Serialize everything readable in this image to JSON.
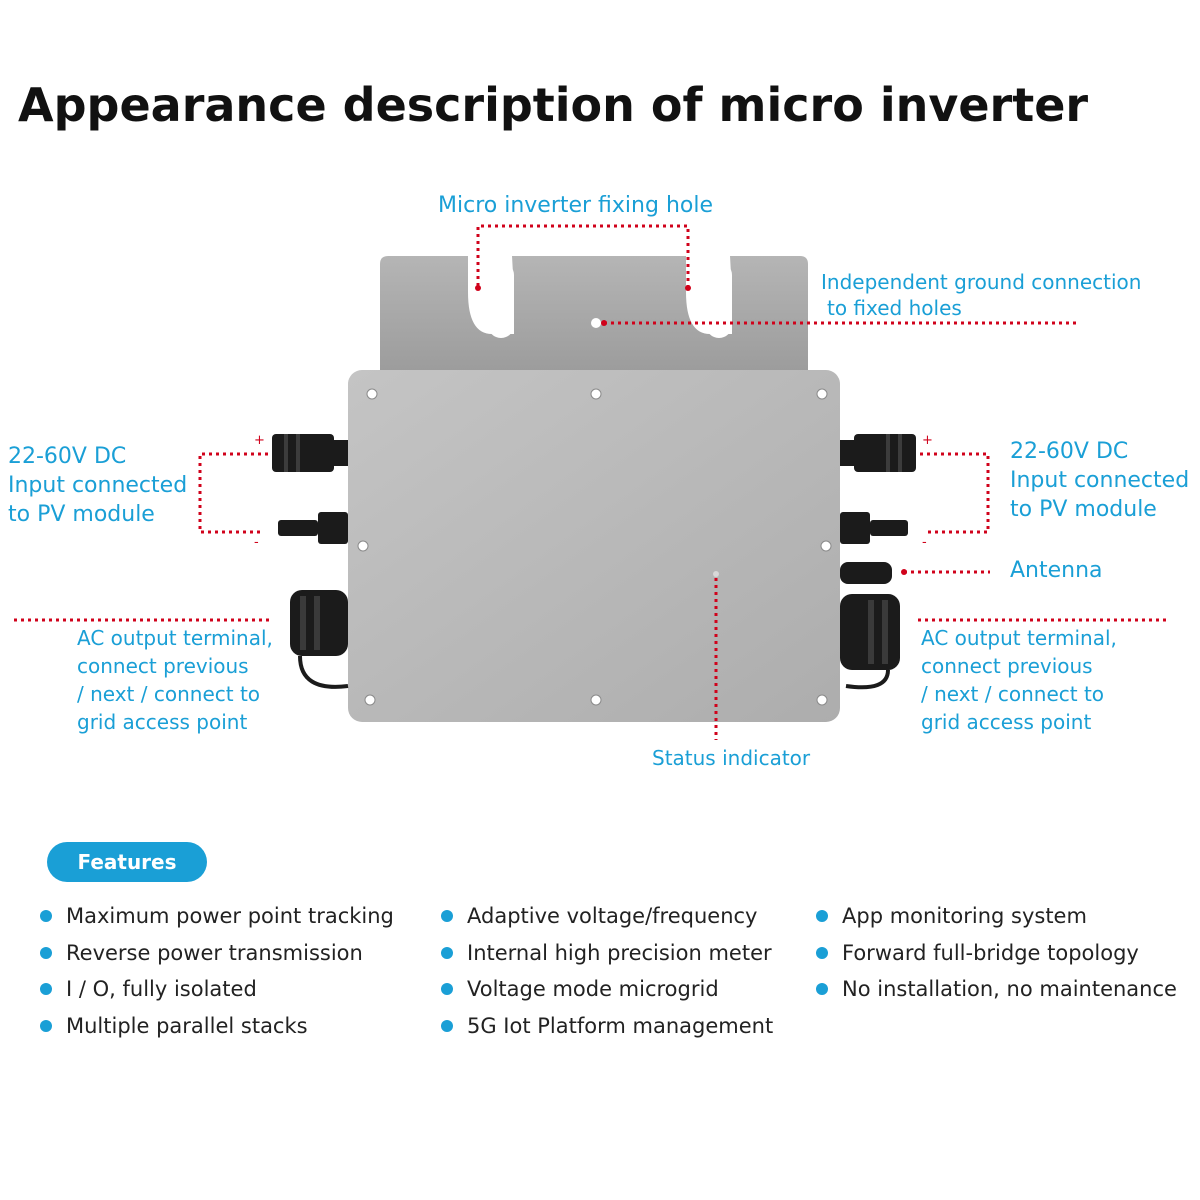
{
  "title": "Appearance description of micro inverter",
  "labels": {
    "fixing_hole": "Micro inverter fixing hole",
    "ground": [
      "Independent ground connection",
      "to fixed holes"
    ],
    "dc_left": [
      "22-60V DC",
      "Input connected",
      "to PV module"
    ],
    "dc_right": [
      "22-60V DC",
      "Input connected",
      "to PV module"
    ],
    "antenna": "Antenna",
    "ac_left": [
      "AC output terminal,",
      "connect previous",
      "/ next / connect to",
      "grid access point"
    ],
    "ac_right": [
      "AC output terminal,",
      "connect previous",
      "/ next / connect to",
      "grid access point"
    ],
    "status": "Status indicator",
    "plus": "+",
    "minus": "-"
  },
  "features": {
    "heading": "Features",
    "columns": [
      [
        "Maximum power point tracking",
        "Reverse power transmission",
        "I / O, fully isolated",
        "Multiple parallel stacks"
      ],
      [
        "Adaptive voltage/frequency",
        "Internal high precision meter",
        "Voltage mode microgrid",
        "5G Iot Platform management"
      ],
      [
        "App monitoring system",
        "Forward full-bridge topology",
        "No installation, no maintenance"
      ]
    ]
  },
  "colors": {
    "accent": "#1a9fd6",
    "leader_line": "#d0021b",
    "housing": "#b8b8b8",
    "bracket": "#a9a9a9",
    "connector": "#1b1b1b"
  }
}
